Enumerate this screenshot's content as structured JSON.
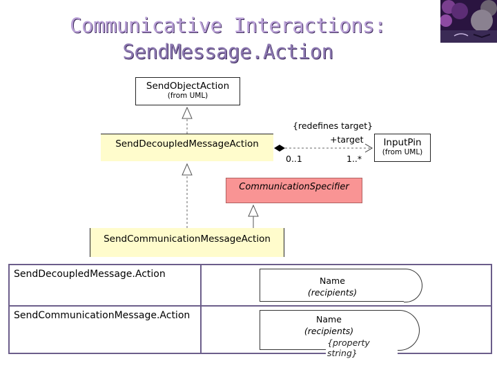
{
  "title": {
    "line1": "Communicative Interactions:",
    "line2": "SendMessage.Action"
  },
  "diagram": {
    "send_object_action": {
      "name": "SendObjectAction",
      "stereotype": "(from UML)"
    },
    "send_decoupled": {
      "name": "SendDecoupledMessageAction"
    },
    "input_pin": {
      "name": "InputPin",
      "stereotype": "(from UML)"
    },
    "communication_specifier": {
      "name": "CommunicationSpecifier"
    },
    "send_communication": {
      "name": "SendCommunicationMessageAction"
    },
    "association": {
      "constraint": "{redefines target}",
      "role": "+target",
      "mult_source": "0..1",
      "mult_target": "1..*"
    }
  },
  "table": {
    "rows": [
      {
        "label": "SendDecoupledMessage.Action",
        "shape_name": "Name",
        "shape_sub": "(recipients)"
      },
      {
        "label": "SendCommunicationMessage.Action",
        "shape_name": "Name",
        "shape_sub": "(recipients)",
        "shape_extra": "{property string}"
      }
    ]
  },
  "colors": {
    "title": "#b9a0d6",
    "uml_yellow": "#fffccc",
    "uml_red": "#f99494",
    "table_border": "#6b5d8a"
  }
}
